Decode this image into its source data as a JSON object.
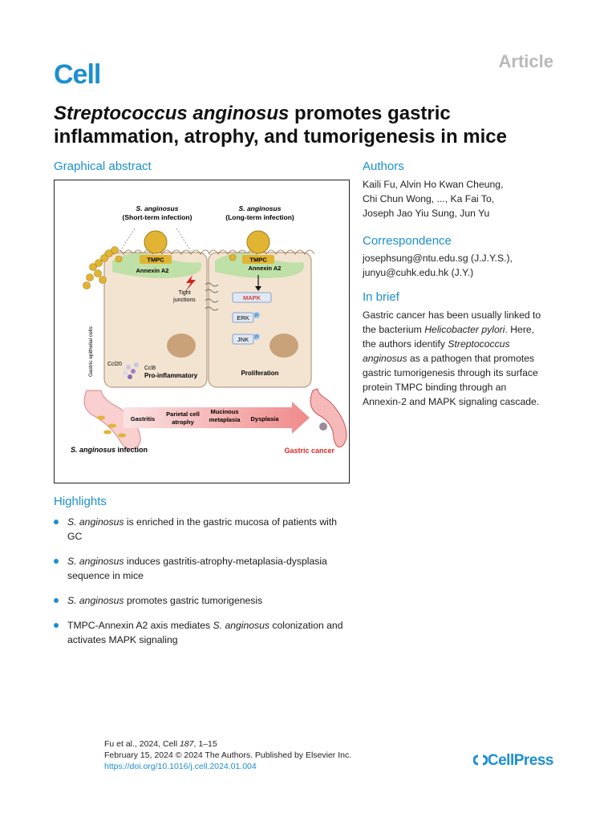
{
  "header": {
    "journal": "Cell",
    "article_type": "Article"
  },
  "title": {
    "italic": "Streptococcus anginosus",
    "rest": " promotes gastric inflammation, atrophy, and tumorigenesis in mice"
  },
  "graphical_abstract": {
    "heading": "Graphical abstract",
    "short_label_1": "S. anginosus",
    "short_label_2": "(Short-term infection)",
    "long_label_1": "S. anginosus",
    "long_label_2": "(Long-term infection)",
    "tmpc_left": "TMPC",
    "tmpc_right": "TMPC",
    "annexin_left": "Annexin A2",
    "annexin_right": "Annexin A2",
    "tight_1": "Tight",
    "tight_2": "junctions",
    "mapk": "MAPK",
    "erk": "ERK",
    "jnk": "JNK",
    "p": "P",
    "side_label": "Gastric epithelial cells",
    "ccl20": "Ccl20",
    "ccl8": "Ccl8",
    "pro_inflammatory": "Pro-inflammatory",
    "proliferation": "Proliferation",
    "stage_gastritis": "Gastritis",
    "stage_parietal_1": "Parietal cell",
    "stage_parietal_2": "atrophy",
    "stage_mucinous_1": "Mucinous",
    "stage_mucinous_2": "metaplasia",
    "stage_dysplasia": "Dysplasia",
    "infection_italic": "S. anginosus",
    "infection_rest": " infection",
    "gastric_cancer": "Gastric cancer",
    "colors": {
      "cell": "#f3e4d2",
      "nucleus": "#c9a27a",
      "bacteria": "#e2b433",
      "membrane": "#bfe0a6",
      "mapk": "#d94141",
      "cancer": "#e0261f"
    }
  },
  "authors": {
    "heading": "Authors",
    "lines": [
      "Kaili Fu, Alvin Ho Kwan Cheung,",
      "Chi Chun Wong, ..., Ka Fai To,",
      "Joseph Jao Yiu Sung, Jun Yu"
    ]
  },
  "correspondence": {
    "heading": "Correspondence",
    "lines": [
      "josephsung@ntu.edu.sg (J.J.Y.S.),",
      "junyu@cuhk.edu.hk (J.Y.)"
    ]
  },
  "in_brief": {
    "heading": "In brief",
    "l1": "Gastric cancer has been usually linked to",
    "l2_a": "the bacterium ",
    "l2_i": "Helicobacter pylori",
    "l2_b": ". Here,",
    "l3_a": "the authors identify ",
    "l3_i": "Streptococcus",
    "l4_i": "anginosus",
    "l4_b": " as a pathogen that promotes",
    "l5": "gastric tumorigenesis through its surface",
    "l6": "protein TMPC binding through an",
    "l7": "Annexin-2 and MAPK signaling cascade."
  },
  "highlights": {
    "heading": "Highlights",
    "h1_i": "S. anginosus",
    "h1_b": " is enriched in the gastric mucosa of patients with GC",
    "h2_i": "S. anginosus",
    "h2_b": " induces gastritis-atrophy-metaplasia-dysplasia sequence in mice",
    "h3_i": "S. anginosus",
    "h3_b": " promotes gastric tumorigenesis",
    "h4_a": "TMPC-Annexin A2 axis mediates ",
    "h4_i": "S. anginosus",
    "h4_b": " colonization and activates MAPK signaling"
  },
  "footer": {
    "l1_a": "Fu et al., 2024, Cell ",
    "l1_i": "187",
    "l1_b": ", 1–15",
    "l2": "February 15, 2024 © 2024 The Authors. Published by Elsevier Inc.",
    "l3": "https://doi.org/10.1016/j.cell.2024.01.004",
    "publisher": "CellPress"
  }
}
